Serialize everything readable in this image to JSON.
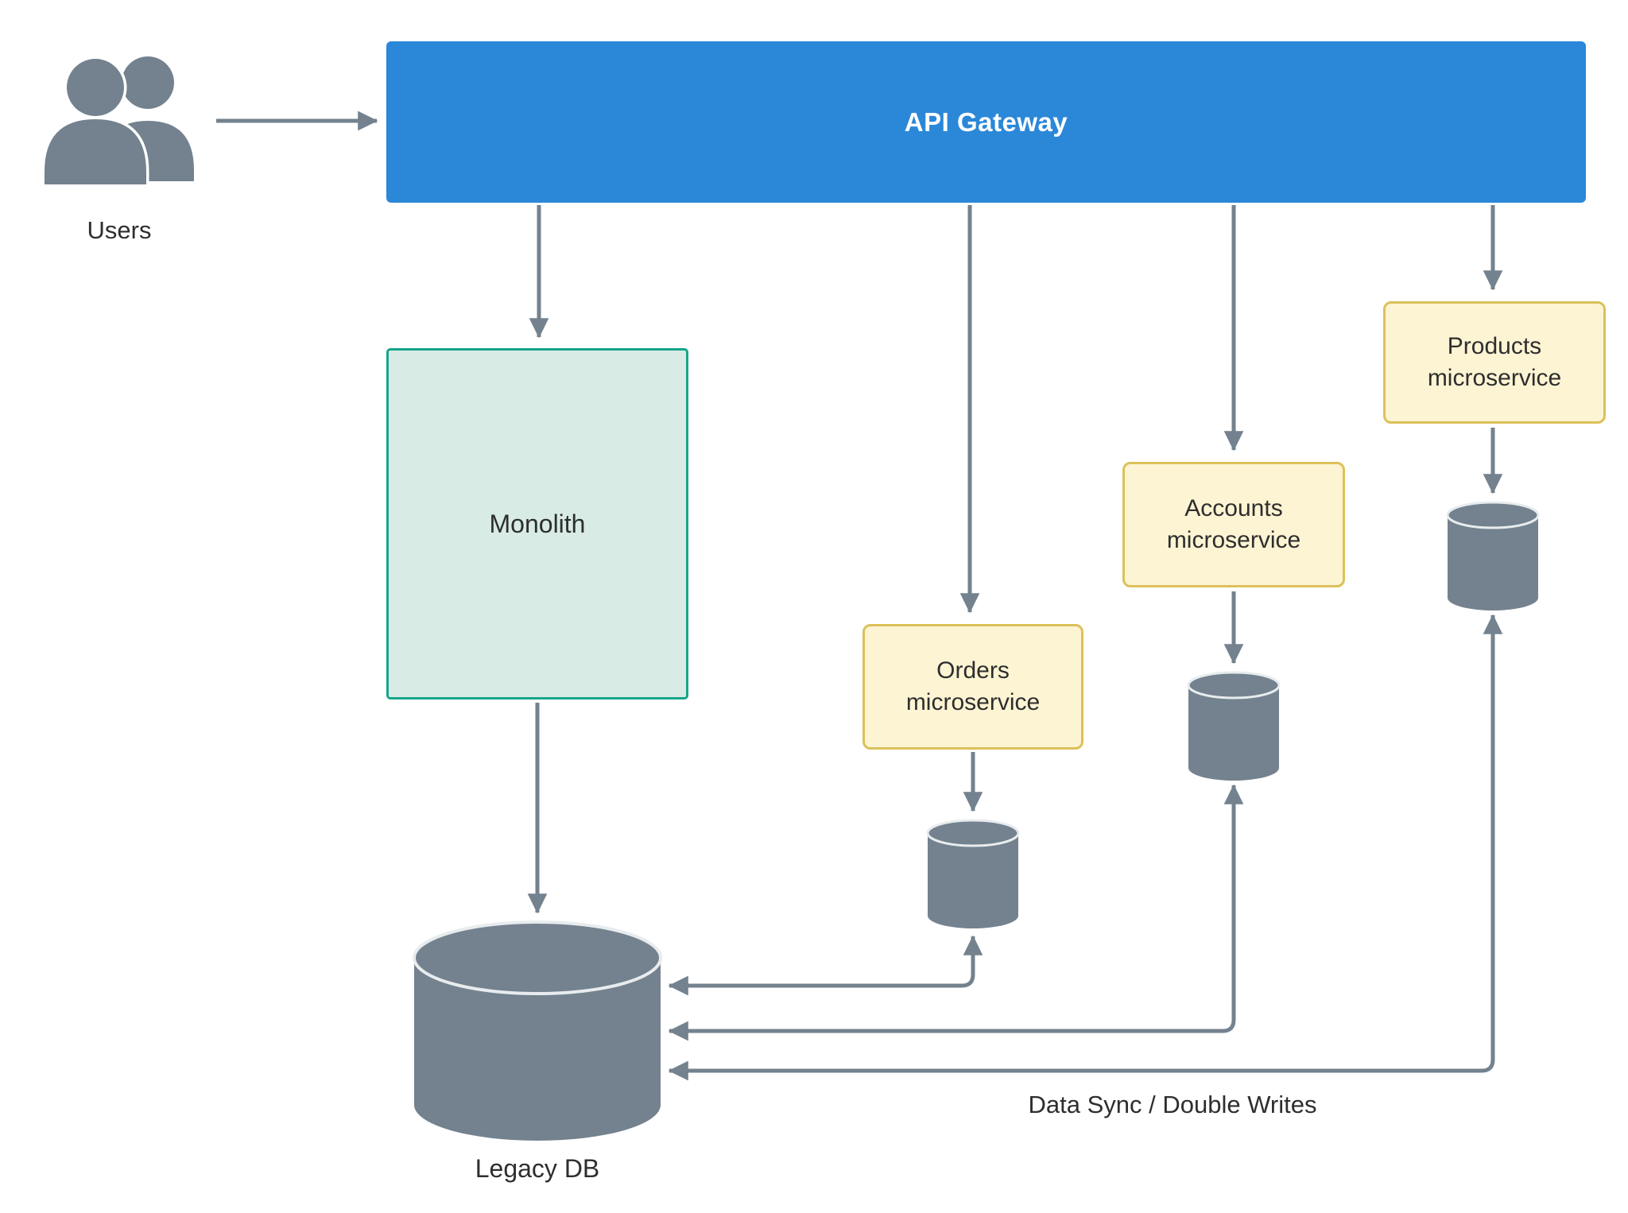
{
  "diagram": {
    "users": {
      "label": "Users"
    },
    "api_gateway": {
      "label": "API Gateway"
    },
    "monolith": {
      "label": "Monolith"
    },
    "services": {
      "orders": {
        "line1": "Orders",
        "line2": "microservice"
      },
      "accounts": {
        "line1": "Accounts",
        "line2": "microservice"
      },
      "products": {
        "line1": "Products",
        "line2": "microservice"
      }
    },
    "legacy_db": {
      "label": "Legacy DB"
    },
    "data_sync": {
      "label": "Data Sync / Double Writes"
    },
    "icons": {
      "users": "two-person-silhouette",
      "databases": "cylinder-database"
    },
    "colors": {
      "gateway_fill": "#2b87d8",
      "gateway_text": "#ffffff",
      "monolith_fill": "#d8ebe5",
      "monolith_border": "#16a58a",
      "service_fill": "#fcf4d3",
      "service_border": "#dcc05a",
      "gray": "#73828e",
      "cylinder_rim": "#e8ecee",
      "text": "#2e2e2e",
      "background": "#ffffff"
    }
  }
}
